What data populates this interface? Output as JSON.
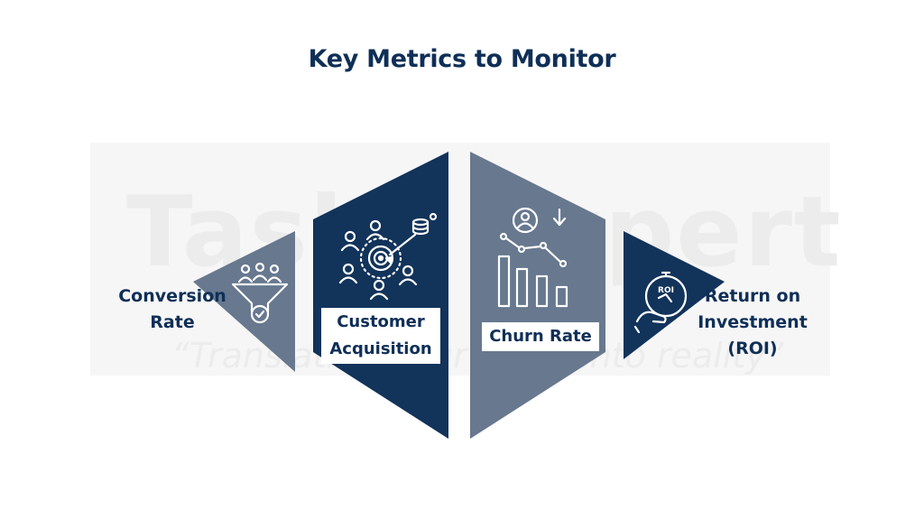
{
  "title": "Key Metrics to Monitor",
  "watermark": {
    "main": "Tasks Expert",
    "tagline": "“Translating your ideas into reality”"
  },
  "metrics": [
    {
      "id": "conversion",
      "line1": "Conversion",
      "line2": "Rate",
      "icon": "funnel-people-icon"
    },
    {
      "id": "customer-acquisition",
      "line1": "Customer",
      "line2": "Acquisition",
      "icon": "target-network-icon"
    },
    {
      "id": "churn",
      "label": "Churn Rate",
      "icon": "declining-chart-icon"
    },
    {
      "id": "roi",
      "line1": "Return on",
      "line2": "Investment",
      "line3": "(ROI)",
      "icon": "roi-stopwatch-hand-icon"
    }
  ],
  "roi_badge": "ROI",
  "colors": {
    "navy": "#12335a",
    "slate": "#67788f",
    "title": "#0f2f57",
    "background": "#ffffff"
  }
}
